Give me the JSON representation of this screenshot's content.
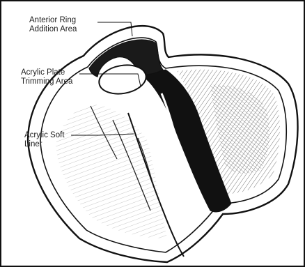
{
  "figure": {
    "labels": {
      "anterior_ring": [
        "Anterior Ring",
        "Addition Area"
      ],
      "acrylic_plate": [
        "Acrylic Plate",
        "Trimming Area"
      ],
      "soft_liner": [
        "Acrylic Soft",
        "Liner"
      ]
    },
    "colors": {
      "ink": "#111111",
      "hatch": "#333333",
      "background": "#ffffff"
    }
  }
}
